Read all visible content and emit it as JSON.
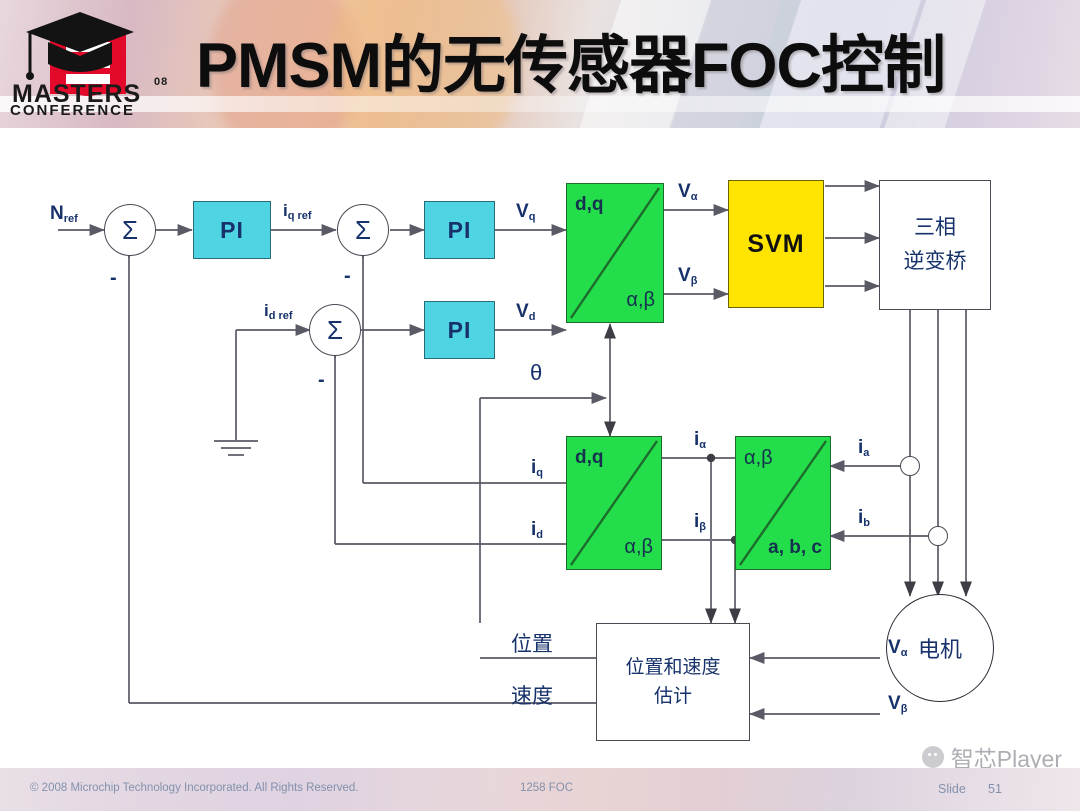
{
  "header": {
    "title": "PMSM的无传感器FOC控制",
    "logo": {
      "line1": "MASTERS",
      "sup": "08",
      "line2": "CONFERENCE"
    }
  },
  "diagram": {
    "blocks": {
      "pi_speed": "PI",
      "pi_q": "PI",
      "pi_d": "PI",
      "svm": "SVM",
      "inverter_line1": "三相",
      "inverter_line2": "逆变桥",
      "motor": "电机",
      "estimator_line1": "位置和速度",
      "estimator_line2": "估计",
      "dq_to_ab_top": "d,q",
      "dq_to_ab_bottom": "α,β",
      "dq_from_ab_top": "d,q",
      "dq_from_ab_bottom": "α,β",
      "clarke_top": "α,β",
      "clarke_bottom": "a, b, c",
      "sum_symbol": "Σ"
    },
    "signals": {
      "n_ref": "N",
      "n_ref_sub": "ref",
      "iq_ref": "i",
      "iq_ref_sub": "q ref",
      "id_ref": "i",
      "id_ref_sub": "d ref",
      "vq": "V",
      "vq_sub": "q",
      "vd": "V",
      "vd_sub": "d",
      "valpha": "V",
      "valpha_sub": "α",
      "vbeta": "V",
      "vbeta_sub": "β",
      "iq": "i",
      "iq_sub": "q",
      "id": "i",
      "id_sub": "d",
      "ialpha": "i",
      "ialpha_sub": "α",
      "ibeta": "i",
      "ibeta_sub": "β",
      "ia": "i",
      "ia_sub": "a",
      "ib": "i",
      "ib_sub": "b",
      "valpha_est": "V",
      "valpha_est_sub": "α",
      "vbeta_est": "V",
      "vbeta_est_sub": "β",
      "theta": "θ",
      "position": "位置",
      "speed": "速度",
      "minus": "-"
    }
  },
  "footer": {
    "copyright": "© 2008 Microchip Technology Incorporated.  All Rights Reserved.",
    "center": "1258 FOC",
    "slide_label": "Slide",
    "slide_number": "51",
    "watermark": "智芯Player"
  },
  "colors": {
    "pi_block": "#4fd4e4",
    "transform_block": "#23dd4a",
    "svm_block": "#ffe400",
    "label_text": "#17326b",
    "wire": "#5a5a66"
  }
}
